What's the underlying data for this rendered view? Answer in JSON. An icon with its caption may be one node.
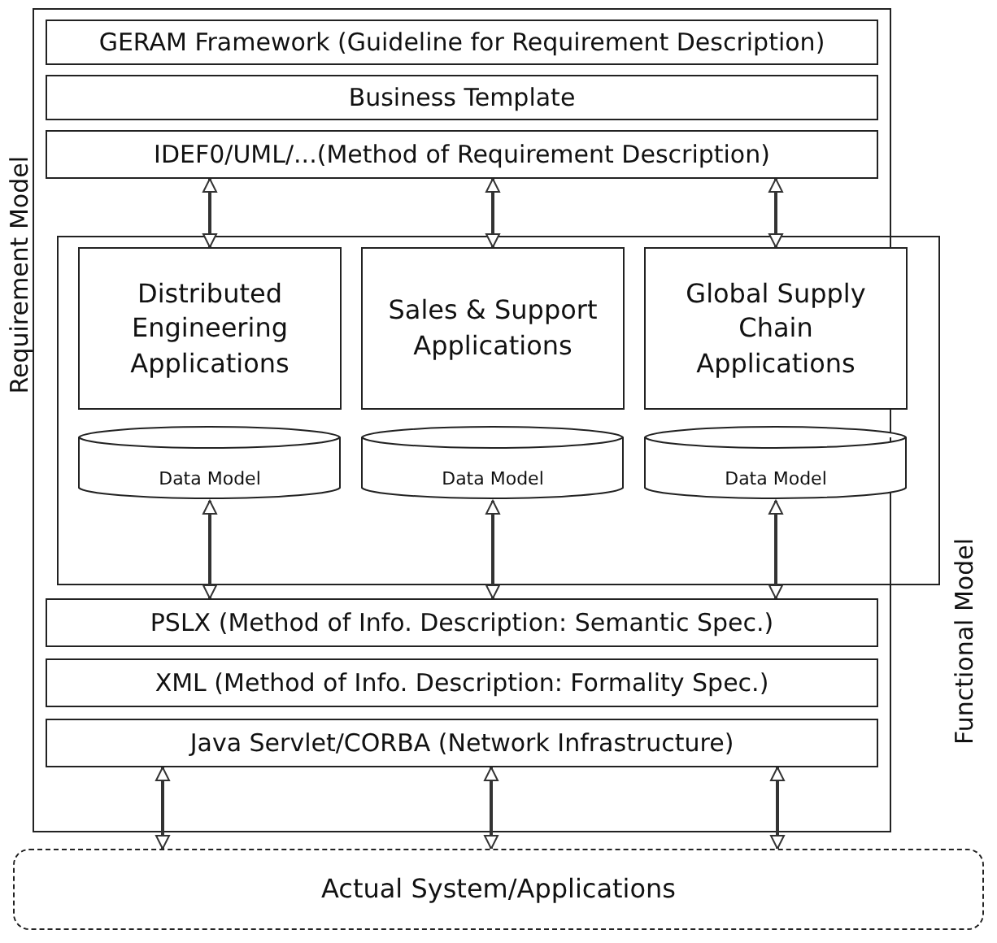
{
  "diagram": {
    "nodes": [
      {
        "text": [
          "Requirement Model"
        ]
      },
      {
        "text": [
          "GERAM Framework (Guideline for Requirement Description)"
        ],
        "in": 0
      },
      {
        "text": [
          "Business Template"
        ],
        "in": 0
      },
      {
        "text": [
          "IDEF0/UML/...(Method of Requirement Description)"
        ],
        "in": 0
      },
      {
        "text": [
          "Functional Model"
        ]
      },
      {
        "text": [
          "Distributed Engineering Applications"
        ],
        "in": 4
      },
      {
        "text": [
          "Sales & Support Applications"
        ],
        "in": 4
      },
      {
        "text": [
          "Global Supply Chain Applications"
        ],
        "in": 4
      },
      {
        "text": [
          "Data Model"
        ],
        "in": 4
      },
      {
        "text": [
          "Data Model"
        ],
        "in": 4
      },
      {
        "text": [
          "Data Model"
        ],
        "in": 4
      },
      {
        "text": [
          "PSLX (Method of Info. Description: Semantic Spec.)"
        ],
        "in": 0
      },
      {
        "text": [
          "XML (Method of Info. Description: Formality Spec.)"
        ],
        "in": 0
      },
      {
        "text": [
          "Java Servlet/CORBA (Network Infrastructure)"
        ],
        "in": 0
      },
      {
        "text": [
          "Actual System/Applications"
        ]
      }
    ],
    "edges": [
      {
        "from": 3,
        "to": 5,
        "arrow": "both"
      },
      {
        "from": 3,
        "to": 6,
        "arrow": "both"
      },
      {
        "from": 3,
        "to": 7,
        "arrow": "both"
      },
      {
        "from": 8,
        "to": 11,
        "arrow": "both"
      },
      {
        "from": 9,
        "to": 11,
        "arrow": "both"
      },
      {
        "from": 10,
        "to": 11,
        "arrow": "both"
      },
      {
        "from": 13,
        "to": 14,
        "arrow": "both"
      },
      {
        "from": 13,
        "to": 14,
        "arrow": "both"
      },
      {
        "from": 13,
        "to": 14,
        "arrow": "both"
      }
    ]
  }
}
